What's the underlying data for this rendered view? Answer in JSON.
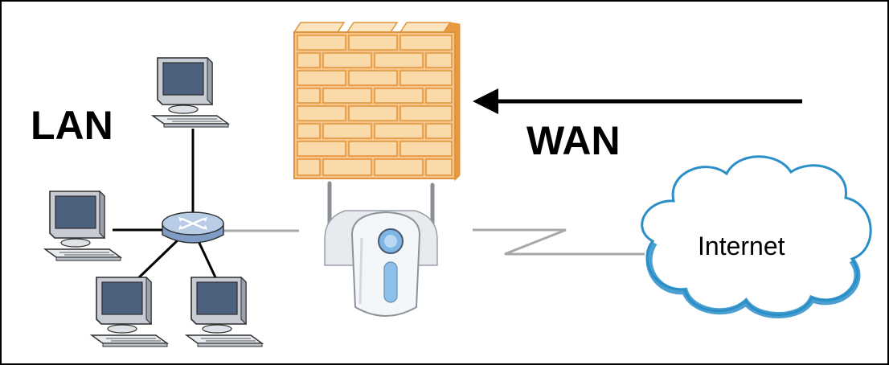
{
  "diagram": {
    "lan_label": "LAN",
    "wan_label": "WAN",
    "internet_label": "Internet"
  },
  "colors": {
    "brick_fill": "#fad9a8",
    "brick_edge": "#e0933a",
    "cloud_fill": "#ffffff",
    "cloud_edge": "#2a8ec8",
    "monitor_screen": "#4d607e",
    "device_body": "#f2f5f8",
    "device_accent": "#7fb6e6"
  }
}
